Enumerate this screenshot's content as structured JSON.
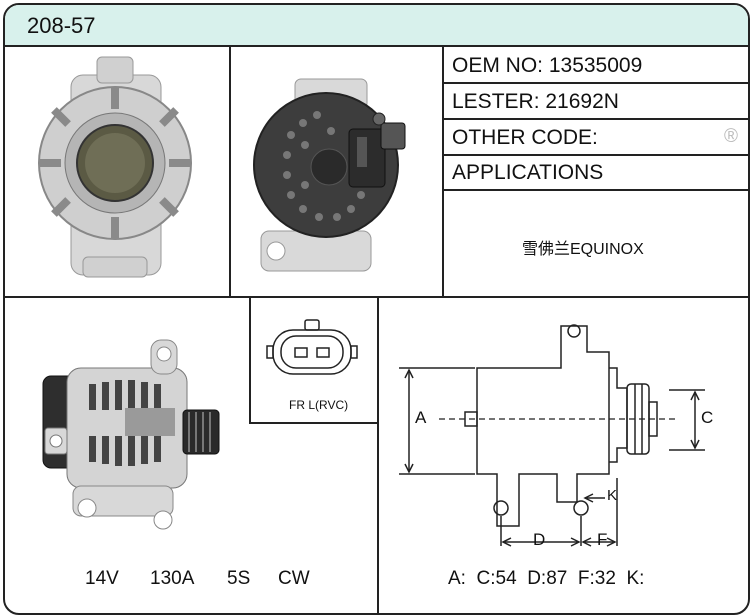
{
  "header": {
    "model": "208-57"
  },
  "info": {
    "oem": "OEM NO: 13535009",
    "lester": "LESTER: 21692N",
    "other_code": "OTHER CODE:",
    "registered": "®",
    "applications_title": "APPLICATIONS",
    "application": "雪佛兰EQUINOX"
  },
  "connector": {
    "label": "FR L(RVC)"
  },
  "specs": {
    "voltage": "14V",
    "amperage": "130A",
    "pulley": "5S",
    "rotation": "CW"
  },
  "dimensions": {
    "labels": {
      "a": "A",
      "c": "C",
      "d": "D",
      "f": "F",
      "k": "K"
    },
    "values_line": "A:  C:54  D:87  F:32  K:"
  },
  "colors": {
    "header_bg": "#d8f1ec",
    "border": "#222222"
  }
}
